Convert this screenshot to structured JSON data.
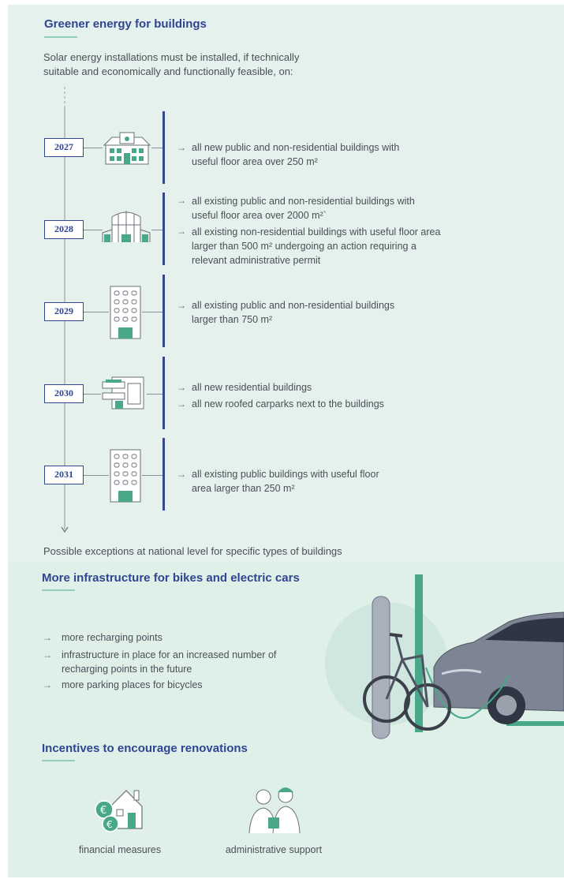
{
  "section1": {
    "title": "Greener energy for buildings",
    "intro": "Solar energy installations must be installed, if technically suitable and economically and functionally feasible, on:",
    "rows": [
      {
        "year": "2027",
        "items": [
          "all new public and non-residential buildings with useful floor area over 250 m²"
        ]
      },
      {
        "year": "2028",
        "items": [
          "all existing public and non-residential buildings with useful floor area over 2000 m²`",
          "all existing non-residential buildings with useful floor area larger than 500 m² undergoing an action requiring a relevant administrative permit"
        ]
      },
      {
        "year": "2029",
        "items": [
          "all existing public and non-residential buildings larger than 750 m²"
        ]
      },
      {
        "year": "2030",
        "items": [
          "all new residential buildings",
          "all new roofed carparks next to the buildings"
        ]
      },
      {
        "year": "2031",
        "items": [
          "all existing public buildings with useful floor area larger than 250 m²"
        ]
      }
    ],
    "footnote": "Possible exceptions at national level for specific types of buildings"
  },
  "section2": {
    "title": "More infrastructure for bikes and electric cars",
    "items": [
      "more recharging points",
      "infrastructure in place for an increased number of recharging points in the future",
      "more parking places for bicycles"
    ]
  },
  "section3": {
    "title": "Incentives to encourage renovations",
    "cards": [
      {
        "label": "financial measures"
      },
      {
        "label": "administrative support"
      }
    ]
  },
  "colors": {
    "navy": "#2f4591",
    "mint": "#8fcfba",
    "background": "#e5f1ec"
  }
}
